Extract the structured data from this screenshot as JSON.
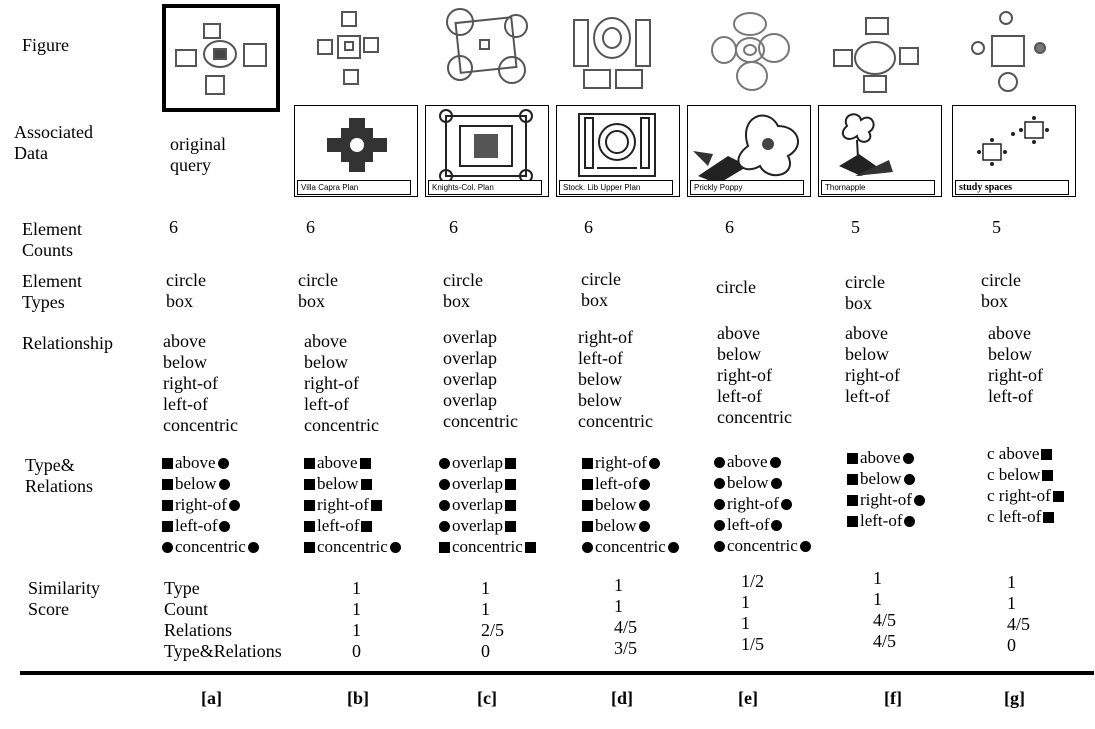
{
  "row_labels": {
    "figure": "Figure",
    "associated": "Associated\nData",
    "counts": "Element\nCounts",
    "types": "Element\nTypes",
    "relationship": "Relationship",
    "type_relations": "Type&\nRelations",
    "similarity": "Similarity\nScore"
  },
  "columns": [
    {
      "label": "[a]",
      "data": "original\nquery",
      "count": "6",
      "types": "circle\nbox",
      "relationship": "above\nbelow\nright-of\nleft-of\nconcentric",
      "type_relations": [
        [
          "sq",
          "above",
          "ci"
        ],
        [
          "sq",
          "below",
          "ci"
        ],
        [
          "sq",
          "right-of",
          "ci"
        ],
        [
          "sq",
          "left-of",
          "ci"
        ],
        [
          "ci",
          "concentric",
          "ci"
        ]
      ],
      "similarity": "Type\nCount\nRelations\nType&Relations"
    },
    {
      "label": "[b]",
      "caption": "Villa Capra Plan",
      "count": "6",
      "types": "circle\nbox",
      "relationship": "above\nbelow\nright-of\nleft-of\nconcentric",
      "type_relations": [
        [
          "sq",
          "above",
          "sq"
        ],
        [
          "sq",
          "below",
          "sq"
        ],
        [
          "sq",
          "right-of",
          "sq"
        ],
        [
          "sq",
          "left-of",
          "sq"
        ],
        [
          "sq",
          "concentric",
          "ci"
        ]
      ],
      "similarity": "1\n1\n1\n0"
    },
    {
      "label": "[c]",
      "caption": "Knights-Col. Plan",
      "count": "6",
      "types": "circle\nbox",
      "relationship": "overlap\noverlap\noverlap\noverlap\nconcentric",
      "type_relations": [
        [
          "ci",
          "overlap",
          "sq"
        ],
        [
          "ci",
          "overlap",
          "sq"
        ],
        [
          "ci",
          "overlap",
          "sq"
        ],
        [
          "ci",
          "overlap",
          "sq"
        ],
        [
          "sq",
          "concentric",
          "sq"
        ]
      ],
      "similarity": "1\n1\n2/5\n0"
    },
    {
      "label": "[d]",
      "caption": "Stock. Lib Upper Plan",
      "count": "6",
      "types": "circle\nbox",
      "relationship": "right-of\nleft-of\nbelow\nbelow\nconcentric",
      "type_relations": [
        [
          "sq",
          "right-of",
          "ci"
        ],
        [
          "sq",
          "left-of",
          "ci"
        ],
        [
          "sq",
          "below",
          "ci"
        ],
        [
          "sq",
          "below",
          "ci"
        ],
        [
          "ci",
          "concentric",
          "ci"
        ]
      ],
      "similarity": "1\n1\n4/5\n3/5"
    },
    {
      "label": "[e]",
      "caption": "Prickly Poppy",
      "count": "6",
      "types": "circle",
      "relationship": "above\nbelow\nright-of\nleft-of\nconcentric",
      "type_relations": [
        [
          "ci",
          "above",
          "ci"
        ],
        [
          "ci",
          "below",
          "ci"
        ],
        [
          "ci",
          "right-of",
          "ci"
        ],
        [
          "ci",
          "left-of",
          "ci"
        ],
        [
          "ci",
          "concentric",
          "ci"
        ]
      ],
      "similarity": "1/2\n1\n1\n1/5"
    },
    {
      "label": "[f]",
      "caption": "Thornapple",
      "count": "5",
      "types": "circle\nbox",
      "relationship": "above\nbelow\nright-of\nleft-of",
      "type_relations": [
        [
          "sq",
          "above",
          "ci"
        ],
        [
          "sq",
          "below",
          "ci"
        ],
        [
          "sq",
          "right-of",
          "ci"
        ],
        [
          "sq",
          "left-of",
          "ci"
        ]
      ],
      "similarity": "1\n1\n4/5\n4/5"
    },
    {
      "label": "[g]",
      "caption": "study spaces",
      "count": "5",
      "types": "circle\nbox",
      "relationship": "above\nbelow\nright-of\nleft-of",
      "type_relations": [
        [
          "c",
          "above",
          "sq"
        ],
        [
          "c",
          "below",
          "sq"
        ],
        [
          "c",
          "right-of",
          "sq"
        ],
        [
          "c",
          "left-of",
          "sq"
        ]
      ],
      "similarity": "1\n1\n4/5\n0"
    }
  ]
}
